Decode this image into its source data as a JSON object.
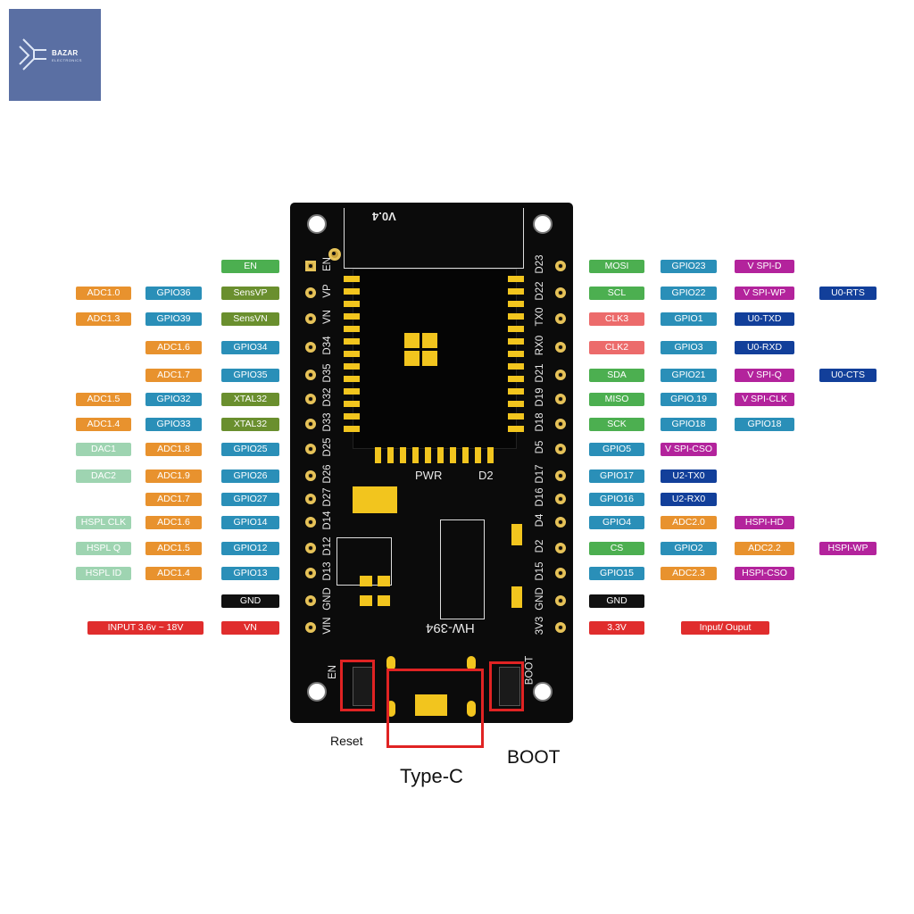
{
  "logo": {
    "name": "BAZAR",
    "tagline": "ELECTRONICS"
  },
  "board": {
    "version": "V0.4",
    "model": "HW-394",
    "pwr_label": "PWR",
    "d2_label": "D2",
    "en_label": "EN",
    "boot_label": "BOOT"
  },
  "colors": {
    "orange": "#e8922e",
    "blue": "#2a8fb8",
    "green": "#4caf50",
    "olive": "#6a8f2e",
    "mint": "#9ed4b1",
    "purple": "#b3239c",
    "navy": "#123f9a",
    "salmon": "#ec6b6b",
    "red": "#e02d2d",
    "black": "#111111"
  },
  "left_pins": [
    {
      "silk": "EN",
      "labels": [
        {
          "text": "EN",
          "color": "green"
        }
      ]
    },
    {
      "silk": "VP",
      "labels": [
        {
          "text": "ADC1.0",
          "color": "orange"
        },
        {
          "text": "GPIO36",
          "color": "blue"
        },
        {
          "text": "SensVP",
          "color": "olive"
        }
      ]
    },
    {
      "silk": "VN",
      "labels": [
        {
          "text": "ADC1.3",
          "color": "orange"
        },
        {
          "text": "GPIO39",
          "color": "blue"
        },
        {
          "text": "SensVN",
          "color": "olive"
        }
      ]
    },
    {
      "silk": "D34",
      "labels": [
        {
          "text": "ADC1.6",
          "color": "orange"
        },
        {
          "text": "GPIO34",
          "color": "blue"
        }
      ]
    },
    {
      "silk": "D35",
      "labels": [
        {
          "text": "ADC1.7",
          "color": "orange"
        },
        {
          "text": "GPIO35",
          "color": "blue"
        }
      ]
    },
    {
      "silk": "D32",
      "labels": [
        {
          "text": "ADC1.5",
          "color": "orange"
        },
        {
          "text": "GPIO32",
          "color": "blue"
        },
        {
          "text": "XTAL32",
          "color": "olive"
        }
      ]
    },
    {
      "silk": "D33",
      "labels": [
        {
          "text": "ADC1.4",
          "color": "orange"
        },
        {
          "text": "GPIO33",
          "color": "blue"
        },
        {
          "text": "XTAL32",
          "color": "olive"
        }
      ]
    },
    {
      "silk": "D25",
      "labels": [
        {
          "text": "DAC1",
          "color": "mint"
        },
        {
          "text": "ADC1.8",
          "color": "orange"
        },
        {
          "text": "GPIO25",
          "color": "blue"
        }
      ]
    },
    {
      "silk": "D26",
      "labels": [
        {
          "text": "DAC2",
          "color": "mint"
        },
        {
          "text": "ADC1.9",
          "color": "orange"
        },
        {
          "text": "GPIO26",
          "color": "blue"
        }
      ]
    },
    {
      "silk": "D27",
      "labels": [
        {
          "text": "ADC1.7",
          "color": "orange"
        },
        {
          "text": "GPIO27",
          "color": "blue"
        }
      ]
    },
    {
      "silk": "D14",
      "labels": [
        {
          "text": "HSPL CLK",
          "color": "mint"
        },
        {
          "text": "ADC1.6",
          "color": "orange"
        },
        {
          "text": "GPIO14",
          "color": "blue"
        }
      ]
    },
    {
      "silk": "D12",
      "labels": [
        {
          "text": "HSPL Q",
          "color": "mint"
        },
        {
          "text": "ADC1.5",
          "color": "orange"
        },
        {
          "text": "GPIO12",
          "color": "blue"
        }
      ]
    },
    {
      "silk": "D13",
      "labels": [
        {
          "text": "HSPL ID",
          "color": "mint"
        },
        {
          "text": "ADC1.4",
          "color": "orange"
        },
        {
          "text": "GPIO13",
          "color": "blue"
        }
      ]
    },
    {
      "silk": "GND",
      "labels": [
        {
          "text": "GND",
          "color": "black"
        }
      ]
    },
    {
      "silk": "VIN",
      "labels": [
        {
          "text": "INPUT  3.6v ~ 18V",
          "color": "red"
        },
        {
          "text": "VN",
          "color": "red"
        }
      ]
    }
  ],
  "right_pins": [
    {
      "silk": "D23",
      "labels": [
        {
          "text": "MOSI",
          "color": "green"
        },
        {
          "text": "GPIO23",
          "color": "blue"
        },
        {
          "text": "V SPI-D",
          "color": "purple"
        }
      ]
    },
    {
      "silk": "D22",
      "labels": [
        {
          "text": "SCL",
          "color": "green"
        },
        {
          "text": "GPIO22",
          "color": "blue"
        },
        {
          "text": "V SPI-WP",
          "color": "purple"
        },
        {
          "text": "U0-RTS",
          "color": "navy"
        }
      ]
    },
    {
      "silk": "TX0",
      "labels": [
        {
          "text": "CLK3",
          "color": "salmon"
        },
        {
          "text": "GPIO1",
          "color": "blue"
        },
        {
          "text": "U0-TXD",
          "color": "navy"
        }
      ]
    },
    {
      "silk": "RX0",
      "labels": [
        {
          "text": "CLK2",
          "color": "salmon"
        },
        {
          "text": "GPIO3",
          "color": "blue"
        },
        {
          "text": "U0-RXD",
          "color": "navy"
        }
      ]
    },
    {
      "silk": "D21",
      "labels": [
        {
          "text": "SDA",
          "color": "green"
        },
        {
          "text": "GPIO21",
          "color": "blue"
        },
        {
          "text": "V SPI-Q",
          "color": "purple"
        },
        {
          "text": "U0-CTS",
          "color": "navy"
        }
      ]
    },
    {
      "silk": "D19",
      "labels": [
        {
          "text": "MISO",
          "color": "green"
        },
        {
          "text": "GPIO.19",
          "color": "blue"
        },
        {
          "text": "V SPI-CLK",
          "color": "purple"
        }
      ]
    },
    {
      "silk": "D18",
      "labels": [
        {
          "text": "SCK",
          "color": "green"
        },
        {
          "text": "GPIO18",
          "color": "blue"
        },
        {
          "text": "GPIO18",
          "color": "blue"
        }
      ]
    },
    {
      "silk": "D5",
      "labels": [
        {
          "text": "GPIO5",
          "color": "blue"
        },
        {
          "text": "V SPI-CSO",
          "color": "purple"
        }
      ]
    },
    {
      "silk": "D17",
      "labels": [
        {
          "text": "GPIO17",
          "color": "blue"
        },
        {
          "text": "U2-TX0",
          "color": "navy"
        }
      ]
    },
    {
      "silk": "D16",
      "labels": [
        {
          "text": "GPIO16",
          "color": "blue"
        },
        {
          "text": "U2-RX0",
          "color": "navy"
        }
      ]
    },
    {
      "silk": "D4",
      "labels": [
        {
          "text": "GPIO4",
          "color": "blue"
        },
        {
          "text": "ADC2.0",
          "color": "orange"
        },
        {
          "text": "HSPI-HD",
          "color": "purple"
        }
      ]
    },
    {
      "silk": "D2",
      "labels": [
        {
          "text": "CS",
          "color": "green"
        },
        {
          "text": "GPIO2",
          "color": "blue"
        },
        {
          "text": "ADC2.2",
          "color": "orange"
        },
        {
          "text": "HSPI-WP",
          "color": "purple"
        }
      ]
    },
    {
      "silk": "D15",
      "labels": [
        {
          "text": "GPIO15",
          "color": "blue"
        },
        {
          "text": "ADC2.3",
          "color": "orange"
        },
        {
          "text": "HSPI-CSO",
          "color": "purple"
        }
      ]
    },
    {
      "silk": "GND",
      "labels": [
        {
          "text": "GND",
          "color": "black"
        }
      ]
    },
    {
      "silk": "3V3",
      "labels": [
        {
          "text": "3.3V",
          "color": "red"
        },
        {
          "text": "Input/ Ouput",
          "color": "red"
        }
      ]
    }
  ],
  "captions": {
    "reset": "Reset",
    "boot": "BOOT",
    "type_c": "Type-C"
  }
}
